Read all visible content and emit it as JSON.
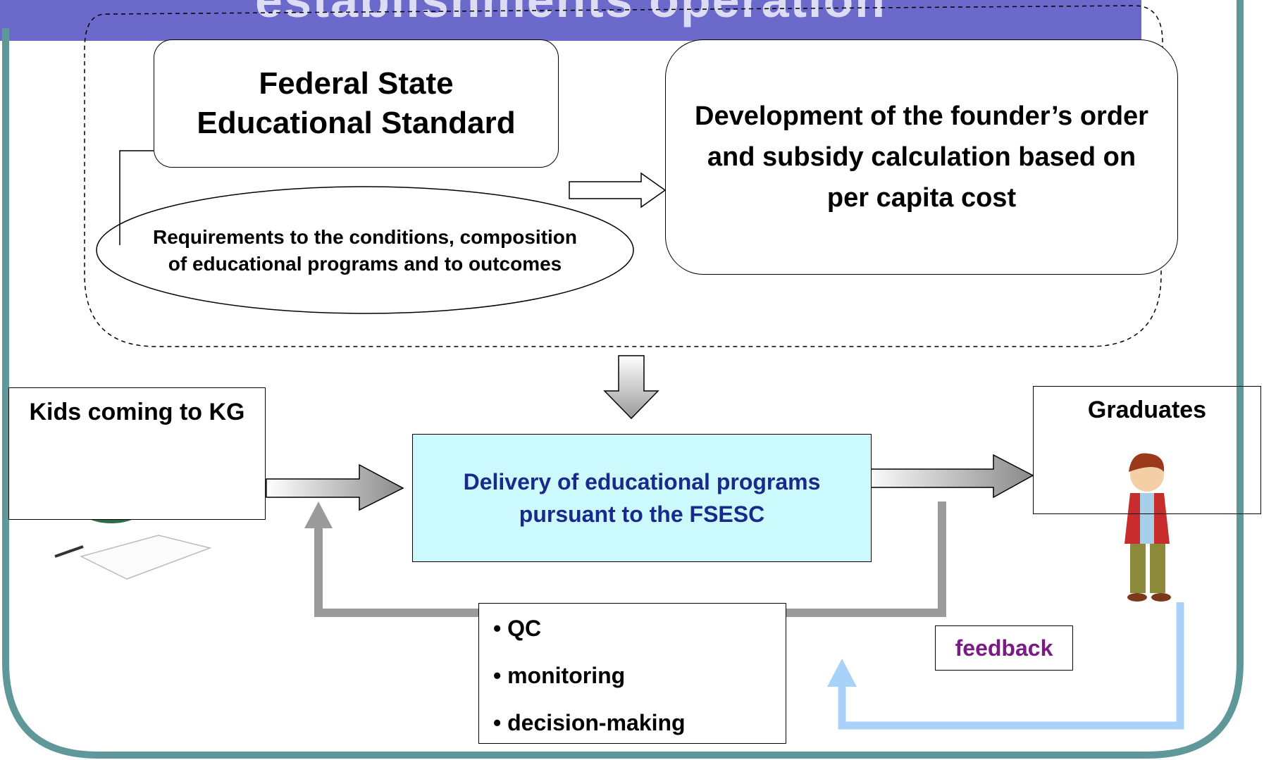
{
  "header": {
    "title_partial": "establishments operation"
  },
  "standard": {
    "title": "Federal State\nEducational Standard",
    "requirements": "Requirements to the conditions, composition\nof educational programs and to outcomes"
  },
  "founder": {
    "text": "Development of the founder’s order\nand subsidy calculation based on\nper capita cost"
  },
  "flow": {
    "input_label": "Kids coming to KG",
    "process_label": "Delivery of educational programs\npursuant to the FSESC",
    "output_label": "Graduates",
    "control_items": [
      "QC",
      "monitoring",
      "decision-making"
    ],
    "feedback_label": "feedback"
  },
  "colors": {
    "frame": "#5f9898",
    "title_band": "#6b6acb",
    "process_fill": "#ccf9fb",
    "process_text": "#1a2a8c",
    "feedback_text": "#7a1a85",
    "feedback_arrow": "#a8d2f8",
    "control_arrow": "#9b9b9b"
  }
}
